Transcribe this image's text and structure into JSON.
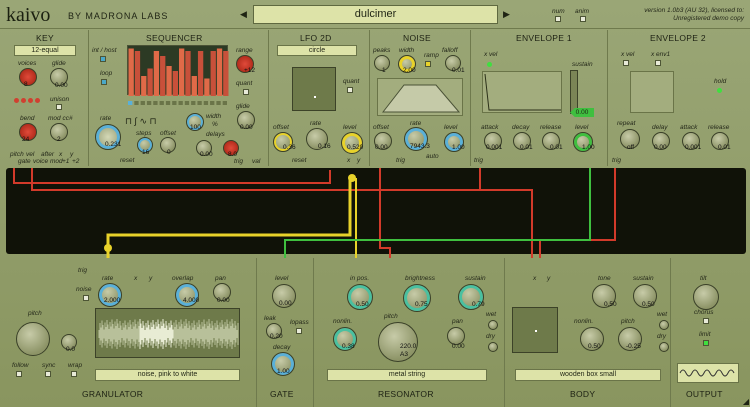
{
  "header": {
    "logo": "kaivo",
    "by": "BY MADRONA LABS",
    "preset": "dulcimer",
    "num": "num",
    "anim": "anim",
    "version": "version 1.0b3 (AU 32), licensed to:",
    "license": "Unregistered demo copy",
    "prev_icon": "triangle-left-icon",
    "next_icon": "triangle-right-icon"
  },
  "key": {
    "title": "KEY",
    "scale": "12-equal",
    "voices": "voices",
    "voices_val": "8",
    "glide": "glide",
    "glide_val": "0.00",
    "unison": "unison",
    "bend": "bend",
    "bend_val": "24",
    "modcc": "mod cc#",
    "modcc_val": "2",
    "outs": [
      "pitch",
      "vel",
      "after",
      "x",
      "y"
    ],
    "outs2": [
      "gate",
      "voice",
      "mod",
      "+1",
      "+2"
    ]
  },
  "sequencer": {
    "title": "SEQUENCER",
    "inthost": "int / host",
    "loop": "loop",
    "range": "range",
    "range_val": "+12",
    "quant": "quant",
    "glide": "glide",
    "glide_val": "0.00",
    "rate": "rate",
    "rate_val": "0.231",
    "steps": "steps",
    "steps_val": "16",
    "offset": "offset",
    "offset_val": "0",
    "width": "width",
    "width_pct": "%",
    "width_val": "100",
    "delays": "delays",
    "delays_val1": "0.00",
    "delays_val2": "8.0",
    "reset": "reset",
    "outs": [
      "trig",
      "val"
    ],
    "bars": [
      0.95,
      0.9,
      0.4,
      0.55,
      0.9,
      0.8,
      0.6,
      0.5,
      0.95,
      0.9,
      0.4,
      0.9,
      0.35,
      0.9,
      0.95,
      0.9
    ]
  },
  "lfo": {
    "title": "LFO 2D",
    "shape": "circle",
    "quant": "quant",
    "offset": "offset",
    "offset_val": "0.36",
    "rate": "rate",
    "rate_val": "0.16",
    "level": "level",
    "level_val": "0.520",
    "outs": [
      "reset",
      "x",
      "y"
    ]
  },
  "noise": {
    "title": "NOISE",
    "peaks": "peaks",
    "peaks_val": "1",
    "width": "width",
    "width_val": "2.00",
    "ramp": "ramp",
    "falloff": "falloff",
    "falloff_val": "0.01",
    "offset": "offset",
    "offset_val": "0.00",
    "rate": "rate",
    "rate_val": "7943.3",
    "level": "level",
    "level_val": "1.00",
    "trig": "trig",
    "auto": "auto"
  },
  "env1": {
    "title": "ENVELOPE 1",
    "xvel": "x vel",
    "sustain": "sustain",
    "sustain_val": "0.00",
    "attack": "attack",
    "attack_val": "0.001",
    "decay": "decay",
    "decay_val": "0.01",
    "release": "release",
    "release_val": "0.01",
    "level": "level",
    "level_val": "1.00",
    "trig": "trig"
  },
  "env2": {
    "title": "ENVELOPE 2",
    "xvel": "x vel",
    "xenv1": "x env1",
    "hold": "hold",
    "repeat": "repeat",
    "repeat_val": "off",
    "delay": "delay",
    "delay_val": "0.00",
    "attack": "attack",
    "attack_val": "0.001",
    "release": "release",
    "release_val": "0.01",
    "trig": "trig"
  },
  "granulator": {
    "title": "GRANULATOR",
    "trig": "trig",
    "rate": "rate",
    "rate_val": "2.000",
    "x": "x",
    "y": "y",
    "overlap": "overlap",
    "overlap_val": "4.000",
    "pan": "pan",
    "pan_val": "0.00",
    "noise": "noise",
    "pitch": "pitch",
    "pitch_val": "0.0",
    "follow": "follow",
    "sync": "sync",
    "wrap": "wrap",
    "source": "noise, pink to white"
  },
  "gate": {
    "title": "GATE",
    "level": "level",
    "level_val": "0.00",
    "leak": "leak",
    "leak_val": "0.20",
    "lopass": "lopass",
    "decay": "decay",
    "decay_val": "1.00"
  },
  "resonator": {
    "title": "RESONATOR",
    "inpos": "in pos.",
    "inpos_val": "0.50",
    "brightness": "brightness",
    "brightness_val": "0.75",
    "sustain": "sustain",
    "sustain_val": "0.79",
    "nonlin": "nonlin.",
    "nonlin_val": "0.38",
    "pitch": "pitch",
    "pitch_val": "220.0",
    "pitch_note": "A3",
    "pan": "pan",
    "pan_val": "0.00",
    "mode": "metal string"
  },
  "body": {
    "title": "BODY",
    "x": "x",
    "y": "y",
    "tone": "tone",
    "tone_val": "0.50",
    "sustain": "sustain",
    "sustain_val": "0.50",
    "nonlin": "nonlin.",
    "nonlin_val": "0.50",
    "pitch": "pitch",
    "pitch_val": "-0.25",
    "model": "wooden box small"
  },
  "output": {
    "title": "OUTPUT",
    "tilt": "tilt",
    "chorus": "chorus",
    "limit": "limit"
  },
  "wet": "wet",
  "dry": "dry",
  "colors": {
    "panel": "#9aa676",
    "matrix": "#101208",
    "red": "#d23a2a",
    "yellow": "#e8d22a",
    "green": "#3fbf3f",
    "display": "#dde3a8"
  }
}
